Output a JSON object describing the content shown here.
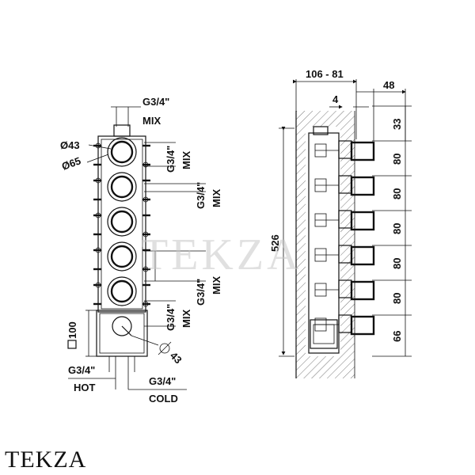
{
  "front_view": {
    "top_mix": {
      "thread": "G3/4\"",
      "label": "MIX"
    },
    "dia_small": "Ø43",
    "dia_large": "Ø65",
    "side_mix_1": {
      "thread": "G3/4\"",
      "label": "MIX"
    },
    "side_mix_2": {
      "thread": "G3/4\"",
      "label": "MIX"
    },
    "side_mix_3": {
      "thread": "G3/4\"",
      "label": "MIX"
    },
    "side_mix_4": {
      "thread": "G3/4\"",
      "label": "MIX"
    },
    "square_size": "100",
    "square_dia": "43",
    "hot": {
      "thread": "G3/4\"",
      "label": "HOT"
    },
    "cold": {
      "thread": "G3/4\"",
      "label": "COLD"
    }
  },
  "side_view": {
    "depth_range": "106 - 81",
    "offset_48": "48",
    "offset_4": "4",
    "height_total": "526",
    "spacing": [
      "33",
      "80",
      "80",
      "80",
      "80",
      "80",
      "66"
    ]
  },
  "watermark": "TEKZA",
  "brand": "TEKZA"
}
